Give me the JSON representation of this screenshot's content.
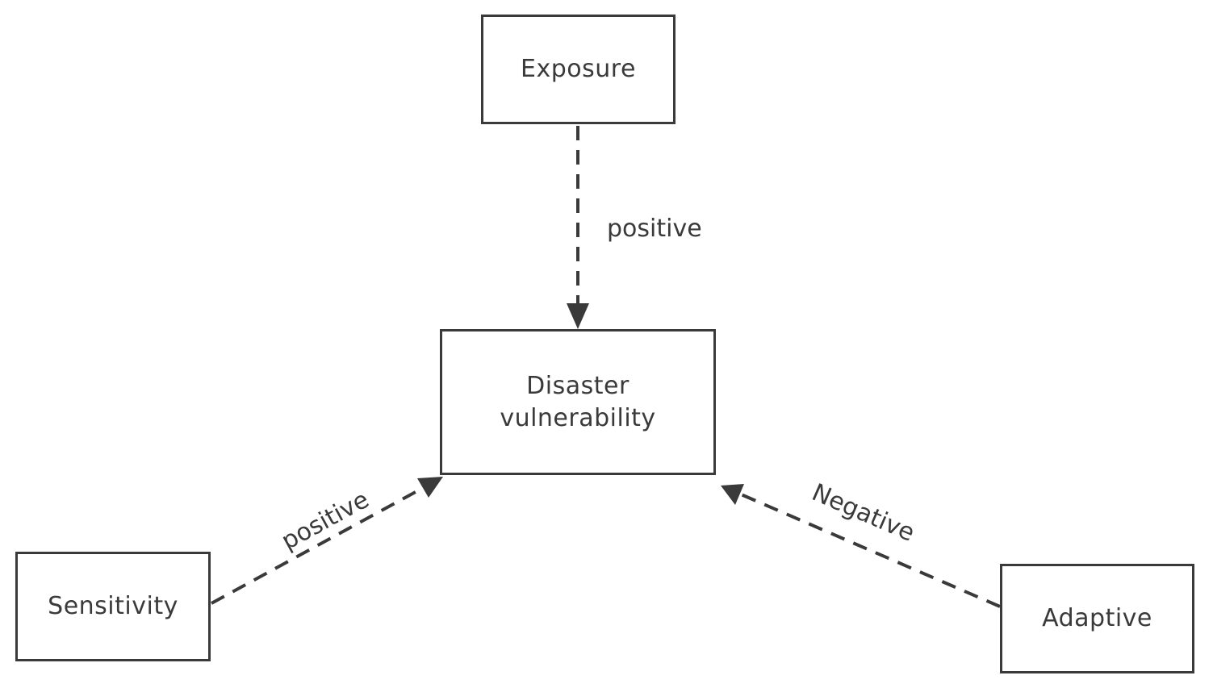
{
  "nodes": {
    "exposure": "Exposure",
    "vulnerability_line1": "Disaster",
    "vulnerability_line2": "vulnerability",
    "sensitivity": "Sensitivity",
    "adaptive": "Adaptive"
  },
  "edges": {
    "exposure_label": "positive",
    "sensitivity_label": "positive",
    "adaptive_label": "Negative"
  },
  "colors": {
    "stroke": "#3a3a3a",
    "background": "#ffffff"
  }
}
